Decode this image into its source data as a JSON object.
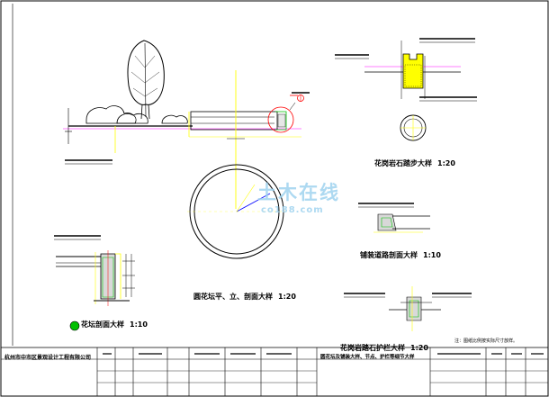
{
  "colors": {
    "background": "#ffffff",
    "line": "#000000",
    "accent_yellow": "#ffff00",
    "accent_red": "#ff0000",
    "accent_magenta": "#ff00ff",
    "accent_blue": "#0000ff",
    "accent_green": "#00c000",
    "watermark": "#9fd3ef"
  },
  "labels": {
    "top_right_detail": "花岗岩石踏步大样",
    "top_right_scale": "1:20",
    "center_plan": "圆花坛平、立、剖面大样",
    "center_scale": "1:20",
    "middle_right_detail": "铺装道路剖面大样",
    "middle_right_scale": "1:10",
    "left_section": "花坛剖面大样",
    "left_section_number": "①",
    "left_scale": "1:10",
    "bottom_right_detail": "花岗岩踏石护栏大样",
    "bottom_right_scale": "1:20",
    "note": "注：图纸比例按实际尺寸放样。",
    "title_block_company": "杭州市中市区景观设计工程有限公司",
    "title_block_drawing": "圆花坛及铺装大样、节点、护栏等细节大样"
  },
  "watermark": {
    "text_cn": "土木在线",
    "text_en": "co188.com"
  },
  "icons": [
    "tree-icon",
    "shrub-icon",
    "north-arrow-icon"
  ]
}
